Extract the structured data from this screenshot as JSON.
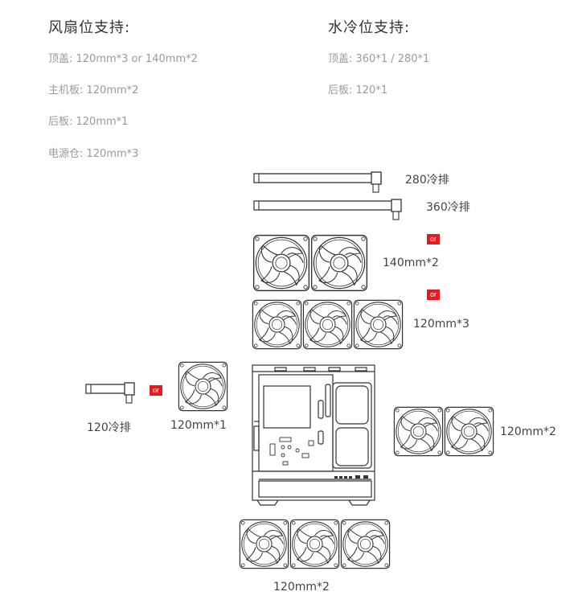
{
  "fan_support": {
    "title": "风扇位支持:",
    "top": "顶盖: 120mm*3 or 140mm*2",
    "mainboard": "主机板: 120mm*2",
    "rear": "后板: 120mm*1",
    "psu": "电源仓: 120mm*3"
  },
  "water_support": {
    "title": "水冷位支持:",
    "top": "顶盖: 360*1 / 280*1",
    "rear": "后板: 120*1"
  },
  "diagram": {
    "rad_280": "280冷排",
    "rad_360": "360冷排",
    "or_label": "or",
    "top_140": "140mm*2",
    "top_120": "120mm*3",
    "rad_120": "120冷排",
    "rear_120": "120mm*1",
    "front_120": "120mm*2",
    "bottom_120": "120mm*2"
  },
  "colors": {
    "or_badge": "#e41b23",
    "line": "#333333"
  }
}
